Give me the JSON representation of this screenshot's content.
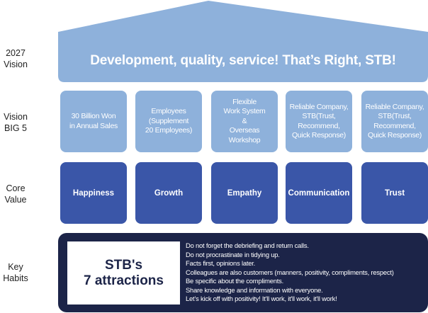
{
  "row_labels": {
    "vision_2027": [
      "2027",
      "Vision"
    ],
    "vision_big5": [
      "Vision",
      "BIG 5"
    ],
    "core_value": [
      "Core",
      "Value"
    ],
    "key_habits": [
      "Key",
      "Habits"
    ]
  },
  "vision_2027": {
    "text": "Development, quality, service! That’s Right, STB!"
  },
  "vision_big5": [
    {
      "lines": [
        "30 Billion Won",
        "in Annual Sales"
      ]
    },
    {
      "lines": [
        "Employees",
        "(Supplement",
        "20 Employees)"
      ]
    },
    {
      "lines": [
        "Flexible",
        "Work System",
        "&",
        "Overseas",
        "Workshop"
      ]
    },
    {
      "lines": [
        "Reliable Company,",
        "STB(Trust,",
        "Recommend,",
        "Quick Response)"
      ]
    },
    {
      "lines": [
        "Reliable Company,",
        "STB(Trust,",
        "Recommend,",
        "Quick Response)"
      ]
    }
  ],
  "core_values": [
    "Happiness",
    "Growth",
    "Empathy",
    "Communication",
    "Trust"
  ],
  "key_habits": {
    "title_lines": [
      "STB's",
      "7 attractions"
    ],
    "items": [
      "Do not forget the debriefing and return calls.",
      "Do not procrastinate in tidying up.",
      "Facts first, opinions later.",
      "Colleagues are also customers (manners, positivity, compliments, respect)",
      "Be specific about the compliments.",
      "Share knowledge and information with everyone.",
      "Let’s kick off with positivity! It'll work, it'll work, it'll work!"
    ]
  },
  "colors": {
    "roof": "#8eb1db",
    "big5": "#8eb1db",
    "core": "#3a56a8",
    "habits_panel": "#1c2448",
    "text_dark": "#222222"
  }
}
